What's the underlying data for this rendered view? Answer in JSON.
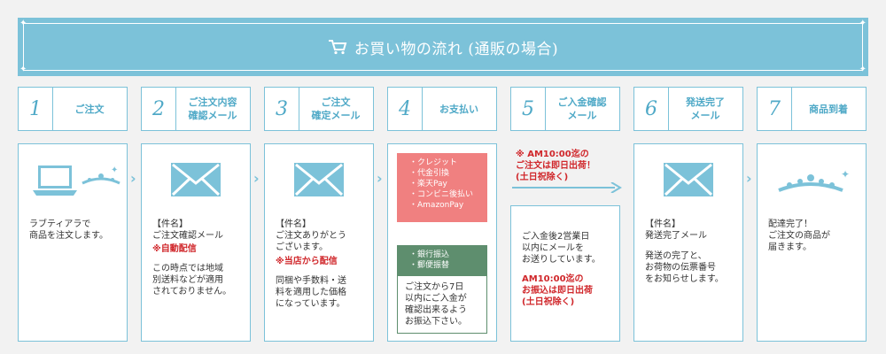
{
  "banner": {
    "title": "お買い物の流れ (通販の場合)",
    "icon": "cart-icon"
  },
  "steps": [
    {
      "num": "1",
      "label": "ご注文"
    },
    {
      "num": "2",
      "label": "ご注文内容\n確認メール"
    },
    {
      "num": "3",
      "label": "ご注文\n確定メール"
    },
    {
      "num": "4",
      "label": "お支払い"
    },
    {
      "num": "5",
      "label": "ご入金確認\nメール"
    },
    {
      "num": "6",
      "label": "発送完了\nメール"
    },
    {
      "num": "7",
      "label": "商品到着"
    }
  ],
  "card1": {
    "text": "ラブティアラで\n商品を注文します。"
  },
  "card2": {
    "subject": "【件名】\nご注文確認メール",
    "note": "※自動配信",
    "body": "この時点では地域\n別送料などが適用\nされておりません。"
  },
  "card3": {
    "subject": "【件名】\nご注文ありがとう\nございます。",
    "note": "※当店から配信",
    "body": "同梱や手数料・送\n料を適用した価格\nになっています。"
  },
  "card4": {
    "box1": "・クレジット\n・代金引換\n・楽天Pay\n・コンビニ後払い\n・AmazonPay",
    "box2": "・銀行振込\n・郵便振替",
    "note": "ご注文から7日\n以内にご入金が\n確認出来るよう\nお振込下さい。"
  },
  "card5": {
    "top_note": "※ AM10:00迄の\nご注文は即日出荷！\n(土日祝除く)",
    "body": "ご入金後2営業日\n以内にメールを\nお送りしています。",
    "red_note": "AM10:00迄の\nお振込は即日出荷\n(土日祝除く)"
  },
  "card6": {
    "subject": "【件名】\n発送完了メール",
    "body": "発送の完了と、\nお荷物の伝票番号\nをお知らせします。"
  },
  "card7": {
    "text": "配達完了！\nご注文の商品が\n届きます。"
  },
  "colors": {
    "accent": "#7cc2d9",
    "step_text": "#4fa9c7",
    "red": "#d0272b",
    "pay_pink": "#f08080",
    "pay_green": "#5e8e6e"
  }
}
